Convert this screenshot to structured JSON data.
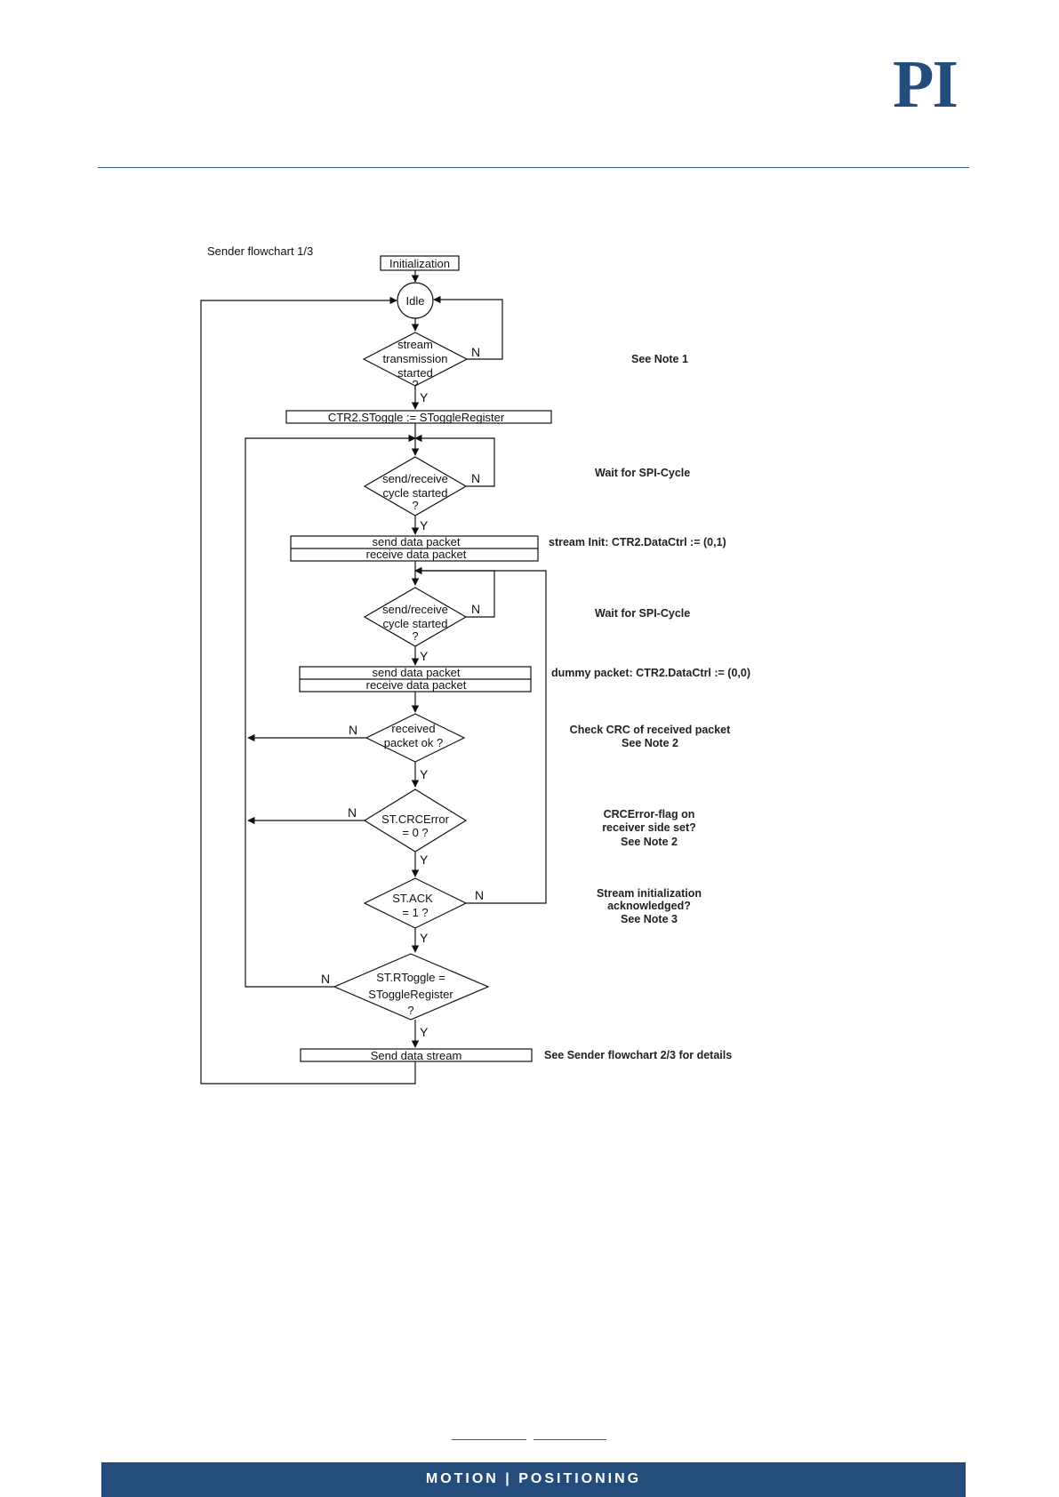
{
  "header": {
    "logo_text": "PI"
  },
  "diagram": {
    "title": "Sender flowchart 1/3",
    "nodes": {
      "init": "Initialization",
      "idle": "Idle",
      "d_stream": [
        "stream",
        "transmission",
        "started",
        "?"
      ],
      "toggle": "CTR2.SToggle := SToggleRegister",
      "d_cycle1": [
        "send/receive",
        "cycle started",
        "?"
      ],
      "packet1": [
        "send data packet",
        "receive data packet"
      ],
      "d_cycle2": [
        "send/receive",
        "cycle started",
        "?"
      ],
      "packet2": [
        "send data packet",
        "receive data packet"
      ],
      "d_received": [
        "received",
        "packet ok ?"
      ],
      "d_crc": [
        "ST.CRCError",
        "= 0 ?"
      ],
      "d_ack": [
        "ST.ACK",
        "= 1 ?"
      ],
      "d_rtoggle": [
        "ST.RToggle =",
        "SToggleRegister",
        "?"
      ],
      "send_stream": "Send data stream"
    },
    "yes": "Y",
    "no": "N",
    "notes": {
      "note1": "See Note 1",
      "spi1": "Wait for SPI-Cycle",
      "stream_init": "stream Init: CTR2.DataCtrl := (0,1)",
      "spi2": "Wait for SPI-Cycle",
      "dummy": "dummy packet: CTR2.DataCtrl := (0,0)",
      "crc_check": [
        "Check CRC of received packet",
        "See Note 2"
      ],
      "crc_flag": [
        "CRCError-flag on",
        "receiver side set?",
        "See Note 2"
      ],
      "ack": [
        "Stream initialization",
        "acknowledged?",
        "See Note 3"
      ],
      "details": "See Sender flowchart 2/3  for details"
    }
  },
  "footer": {
    "tagline": "MOTION | POSITIONING"
  },
  "colors": {
    "brand": "#254d7c",
    "rule": "#2b5d8a"
  }
}
